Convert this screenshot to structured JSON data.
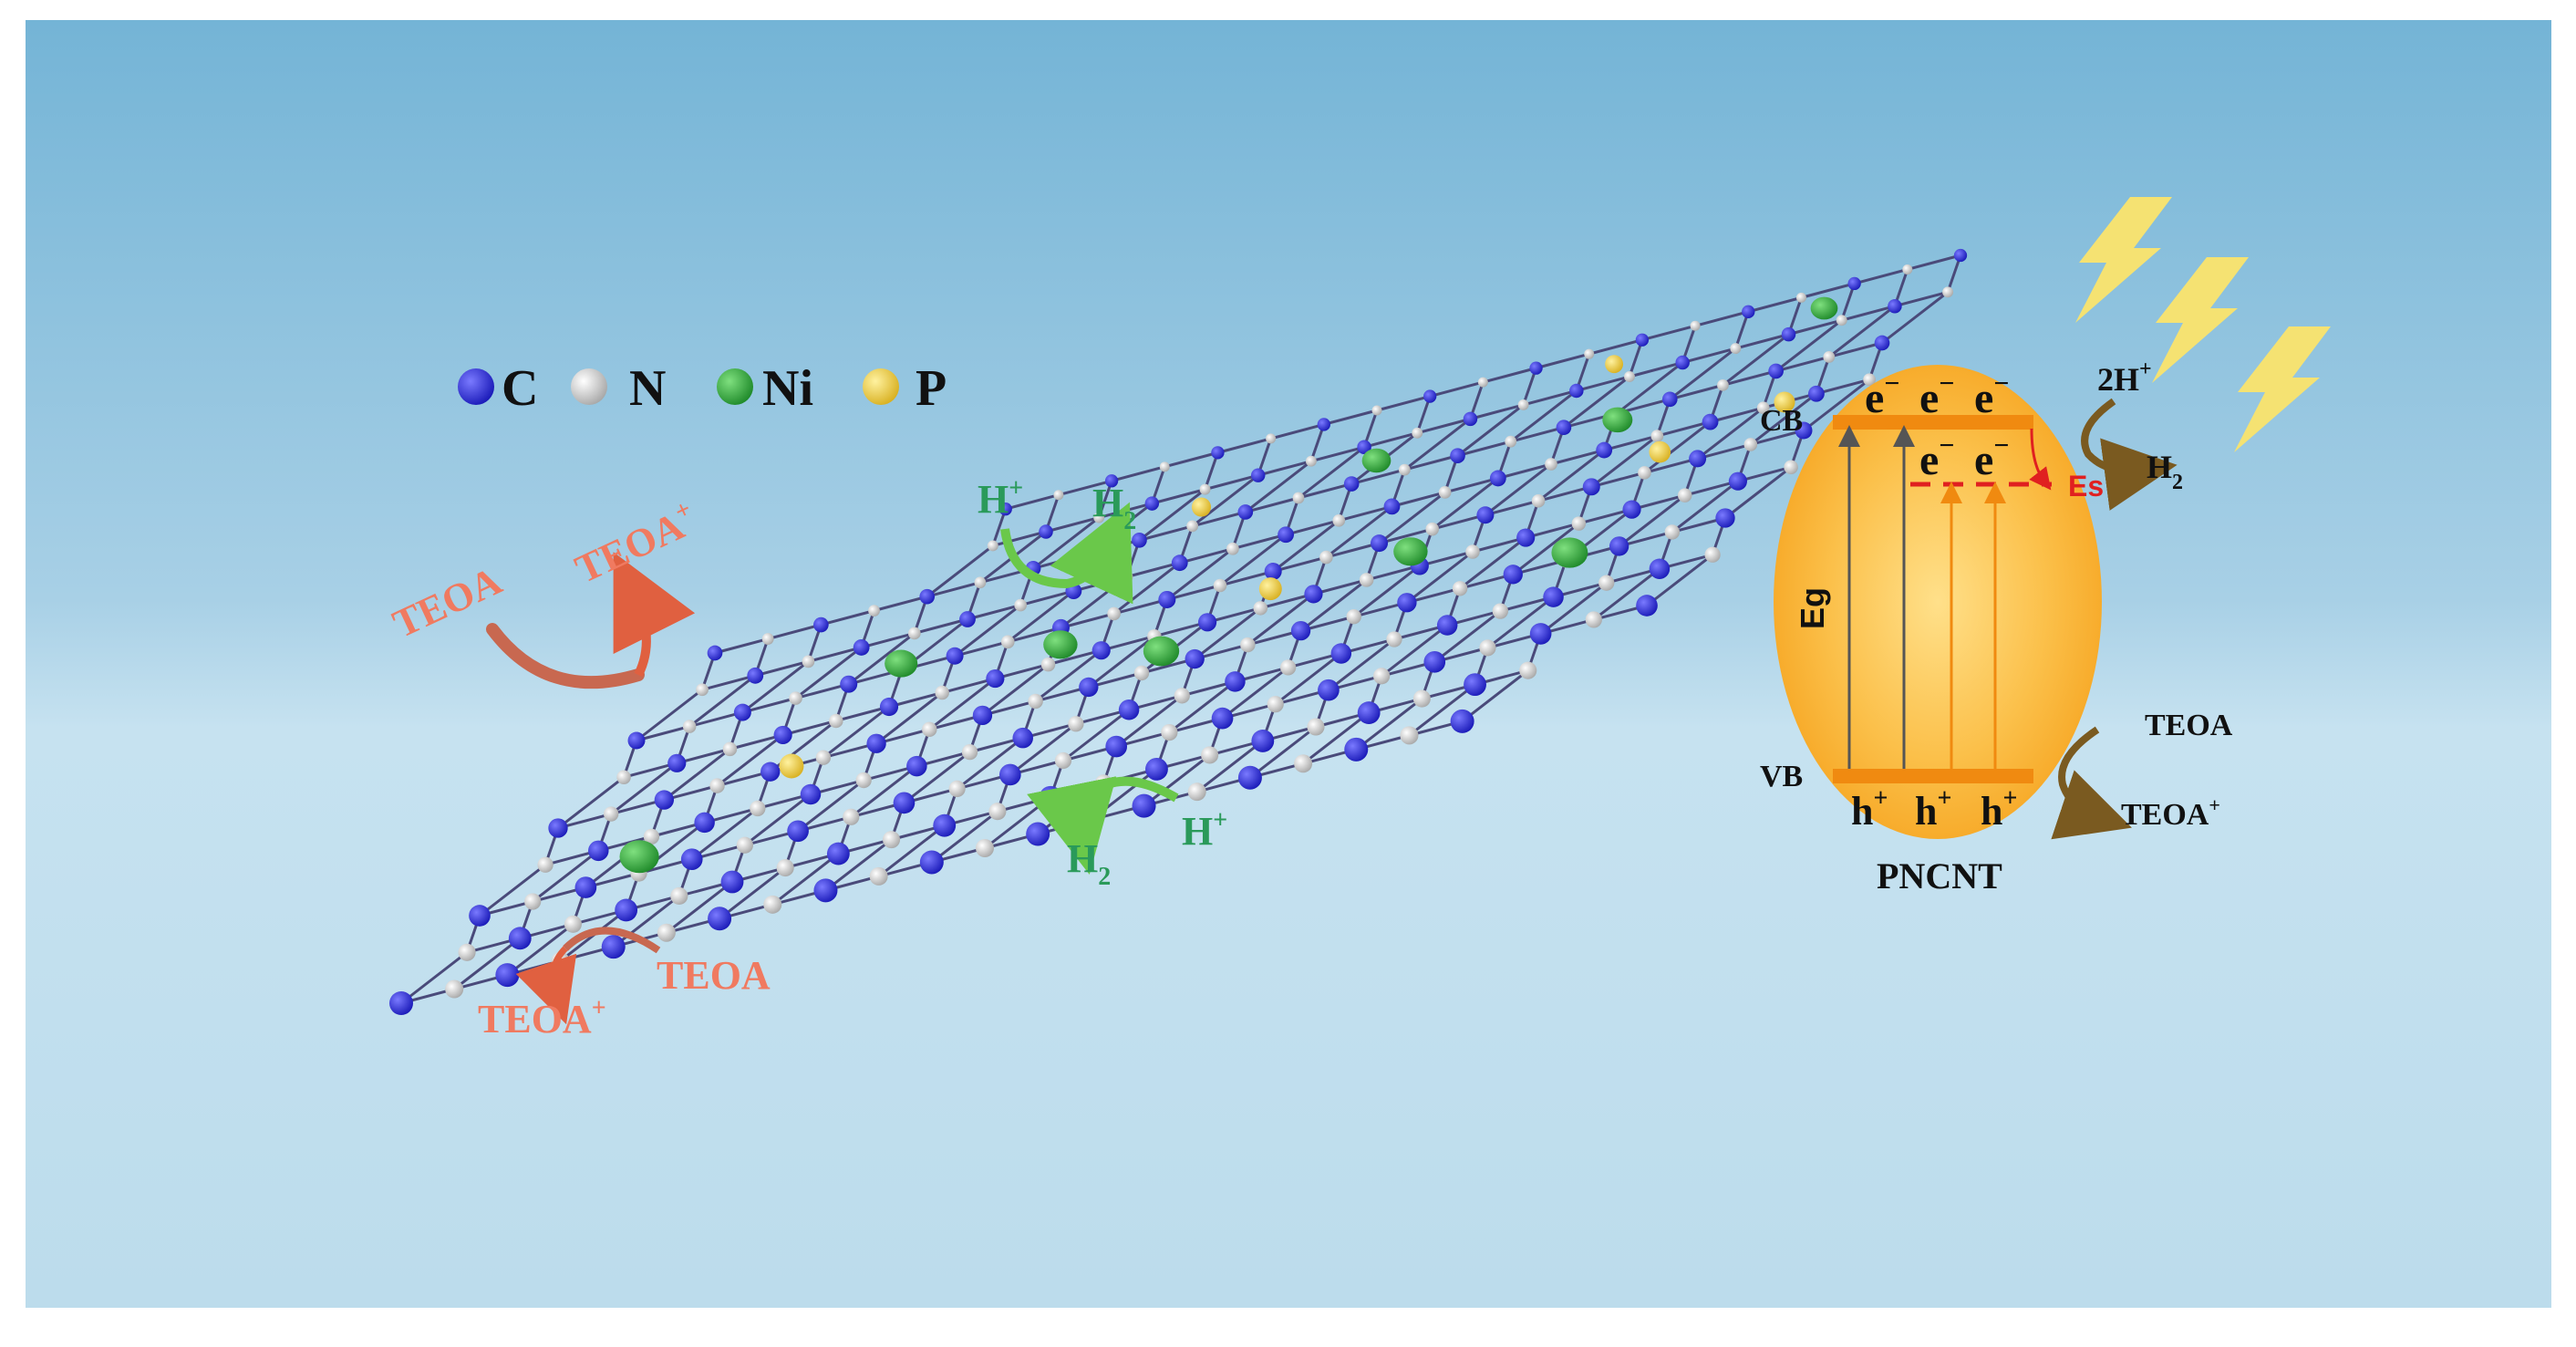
{
  "legend": {
    "items": [
      {
        "label": "C",
        "color": "#2a2ae0"
      },
      {
        "label": "N",
        "color": "#d8d8d8"
      },
      {
        "label": "Ni",
        "color": "#3a8a3a"
      },
      {
        "label": "P",
        "color": "#f2d24a"
      }
    ]
  },
  "reactions": {
    "teoa_left_top": "TEOA",
    "teoa_plus_left_top": "TEOA",
    "teoa_bottom": "TEOA",
    "teoa_plus_bottom": "TEOA",
    "h_plus_top": "H",
    "h2_top": "H",
    "h_plus_bottom": "H",
    "h2_bottom": "H"
  },
  "band": {
    "cb": "CB",
    "vb": "VB",
    "eg": "Eg",
    "es": "Es",
    "electron": "e",
    "hole": "h",
    "name": "PNCNT",
    "two_h_plus": "2H",
    "h2": "H",
    "teoa": "TEOA",
    "teoa_plus": "TEOA"
  },
  "colors": {
    "bg_top": "#74b4d6",
    "bg_bottom": "#bcdcec",
    "carbon": "#2a2ae0",
    "nitrogen": "#d8d8d8",
    "nickel": "#3aaa3a",
    "phosphorus": "#f2d24a",
    "teoa_text": "#f07a60",
    "h_text": "#2a9a5a",
    "band_fill": "#f6a623",
    "es_line": "#e02020"
  }
}
